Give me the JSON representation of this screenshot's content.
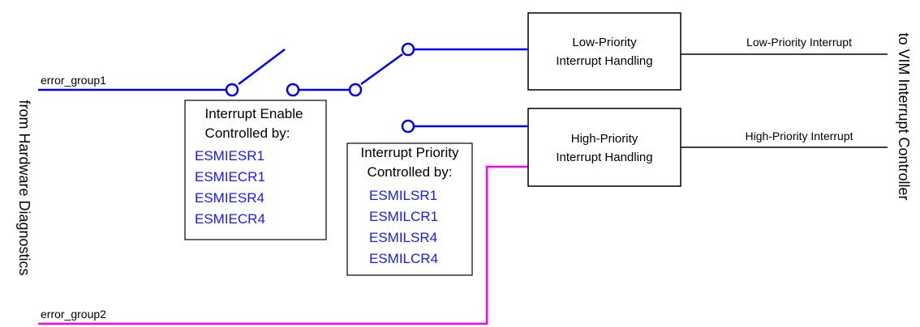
{
  "side_labels": {
    "left": "from Hardware Diagnostics",
    "right": "to VIM Interrupt Controller"
  },
  "signals": {
    "group1": "error_group1",
    "group2": "error_group2"
  },
  "enable_box": {
    "title_line1": "Interrupt Enable",
    "title_line2": "Controlled by:",
    "registers": [
      "ESMIESR1",
      "ESMIECR1",
      "ESMIESR4",
      "ESMIECR4"
    ]
  },
  "priority_box": {
    "title_line1": "Interrupt Priority",
    "title_line2": "Controlled by:",
    "registers": [
      "ESMILSR1",
      "ESMILCR1",
      "ESMILSR4",
      "ESMILCR4"
    ]
  },
  "low_handler": {
    "line1": "Low-Priority",
    "line2": "Interrupt Handling",
    "output": "Low-Priority Interrupt"
  },
  "high_handler": {
    "line1": "High-Priority",
    "line2": "Interrupt Handling",
    "output": "High-Priority Interrupt"
  },
  "colors": {
    "group1_wire": "#0000ff",
    "group2_wire": "#ff00ff",
    "register_text": "#1a1aff",
    "output_wire": "#000000"
  }
}
